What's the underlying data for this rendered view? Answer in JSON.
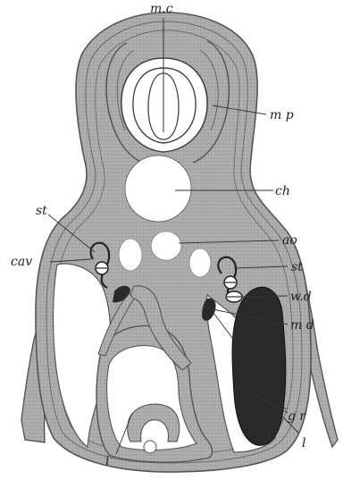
{
  "figure": {
    "labels": {
      "mc": "m.c",
      "mp": "m p",
      "ch": "ch",
      "st_left": "st",
      "ao": "ao",
      "cav": "cav",
      "st_right": "st",
      "wd": "w.d",
      "md": "m d",
      "gr": "g r",
      "i": "i",
      "l": "l"
    },
    "colors": {
      "tissue": "#a9a9a9",
      "tissue_stroke": "#555555",
      "dark": "#2a2a2a",
      "cavity": "#ffffff",
      "line": "#333333"
    }
  }
}
